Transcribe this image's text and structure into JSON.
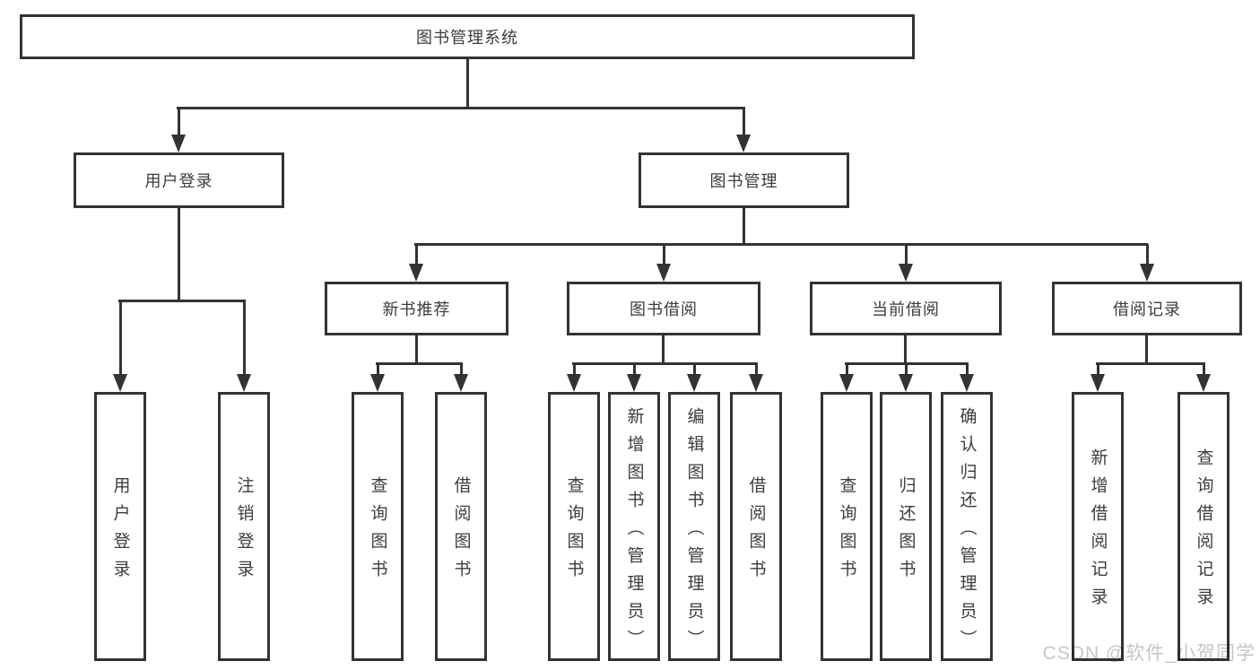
{
  "diagram": {
    "nodes": {
      "root": "图书管理系统",
      "user_login": "用户登录",
      "book_mgmt": "图书管理",
      "new_book_recommend": "新书推荐",
      "book_borrow": "图书借阅",
      "current_borrow": "当前借阅",
      "borrow_records": "借阅记录",
      "leaves_login": [
        "用户登录",
        "注销登录"
      ],
      "leaves_recommend": [
        "查询图书",
        "借阅图书"
      ],
      "leaves_borrow": [
        "查询图书",
        "新增图书（管理员）",
        "编辑图书（管理员）",
        "借阅图书"
      ],
      "leaves_current": [
        "查询图书",
        "归还图书",
        "确认归还（管理员）"
      ],
      "leaves_records": [
        "新增借阅记录",
        "查询借阅记录"
      ]
    },
    "colors": {
      "line": "#333333",
      "text": "#3c3c3c",
      "background": "#ffffff",
      "watermark": "#c6c6c6"
    },
    "watermark": "CSDN @软件_小贺同学"
  }
}
